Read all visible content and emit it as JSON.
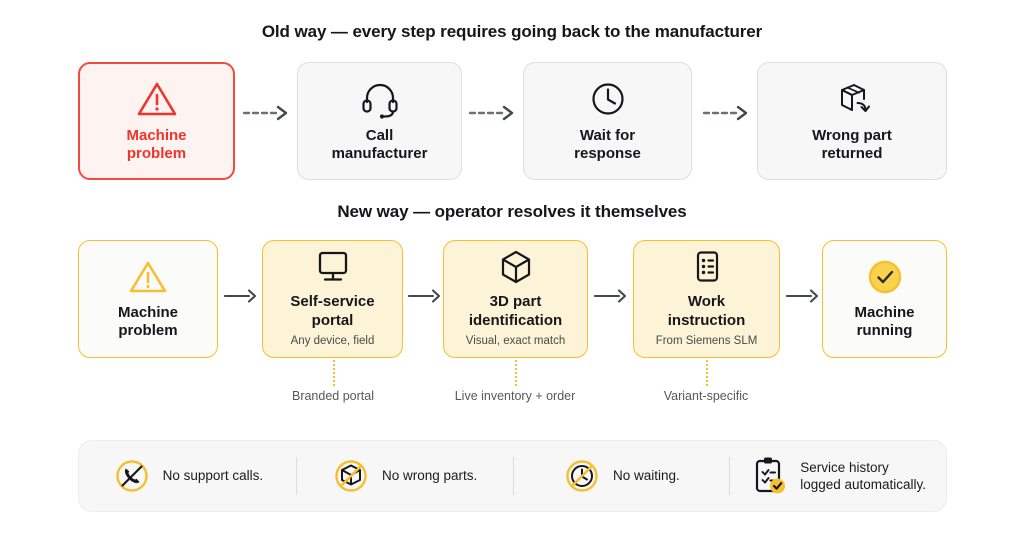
{
  "sections": {
    "old": {
      "heading": "Old way — every step requires going back to the manufacturer",
      "steps": [
        {
          "icon": "warning-triangle-icon",
          "title": "Machine\nproblem"
        },
        {
          "icon": "headset-icon",
          "title": "Call\nmanufacturer"
        },
        {
          "icon": "clock-icon",
          "title": "Wait for\nresponse"
        },
        {
          "icon": "box-return-icon",
          "title": "Wrong part\nreturned"
        }
      ]
    },
    "new": {
      "heading": "New way — operator resolves it themselves",
      "steps": [
        {
          "icon": "warning-triangle-icon",
          "title": "Machine\nproblem",
          "sub": ""
        },
        {
          "icon": "monitor-icon",
          "title": "Self-service\nportal",
          "sub": "Any device, field"
        },
        {
          "icon": "cube-3d-icon",
          "title": "3D part\nidentification",
          "sub": "Visual, exact match"
        },
        {
          "icon": "checklist-icon",
          "title": "Work\ninstruction",
          "sub": "From Siemens SLM"
        },
        {
          "icon": "check-circle-icon",
          "title": "Machine\nrunning",
          "sub": ""
        }
      ],
      "callouts": [
        {
          "label": "Branded portal"
        },
        {
          "label": "Live inventory + order"
        },
        {
          "label": "Variant-specific"
        }
      ]
    }
  },
  "benefits": [
    {
      "icon": "no-phone-icon",
      "text": "No support calls."
    },
    {
      "icon": "no-box-icon",
      "text": "No wrong parts."
    },
    {
      "icon": "no-clock-icon",
      "text": "No waiting."
    },
    {
      "icon": "clipboard-check-icon",
      "text": "Service history\nlogged automatically."
    }
  ],
  "colors": {
    "alert_red": "#f4322c",
    "brand_yellow": "#f6bf30",
    "neutral_border": "#dedede",
    "text_dark": "#17171b",
    "text_muted": "#585858",
    "arrow_gray": "#555a60"
  }
}
